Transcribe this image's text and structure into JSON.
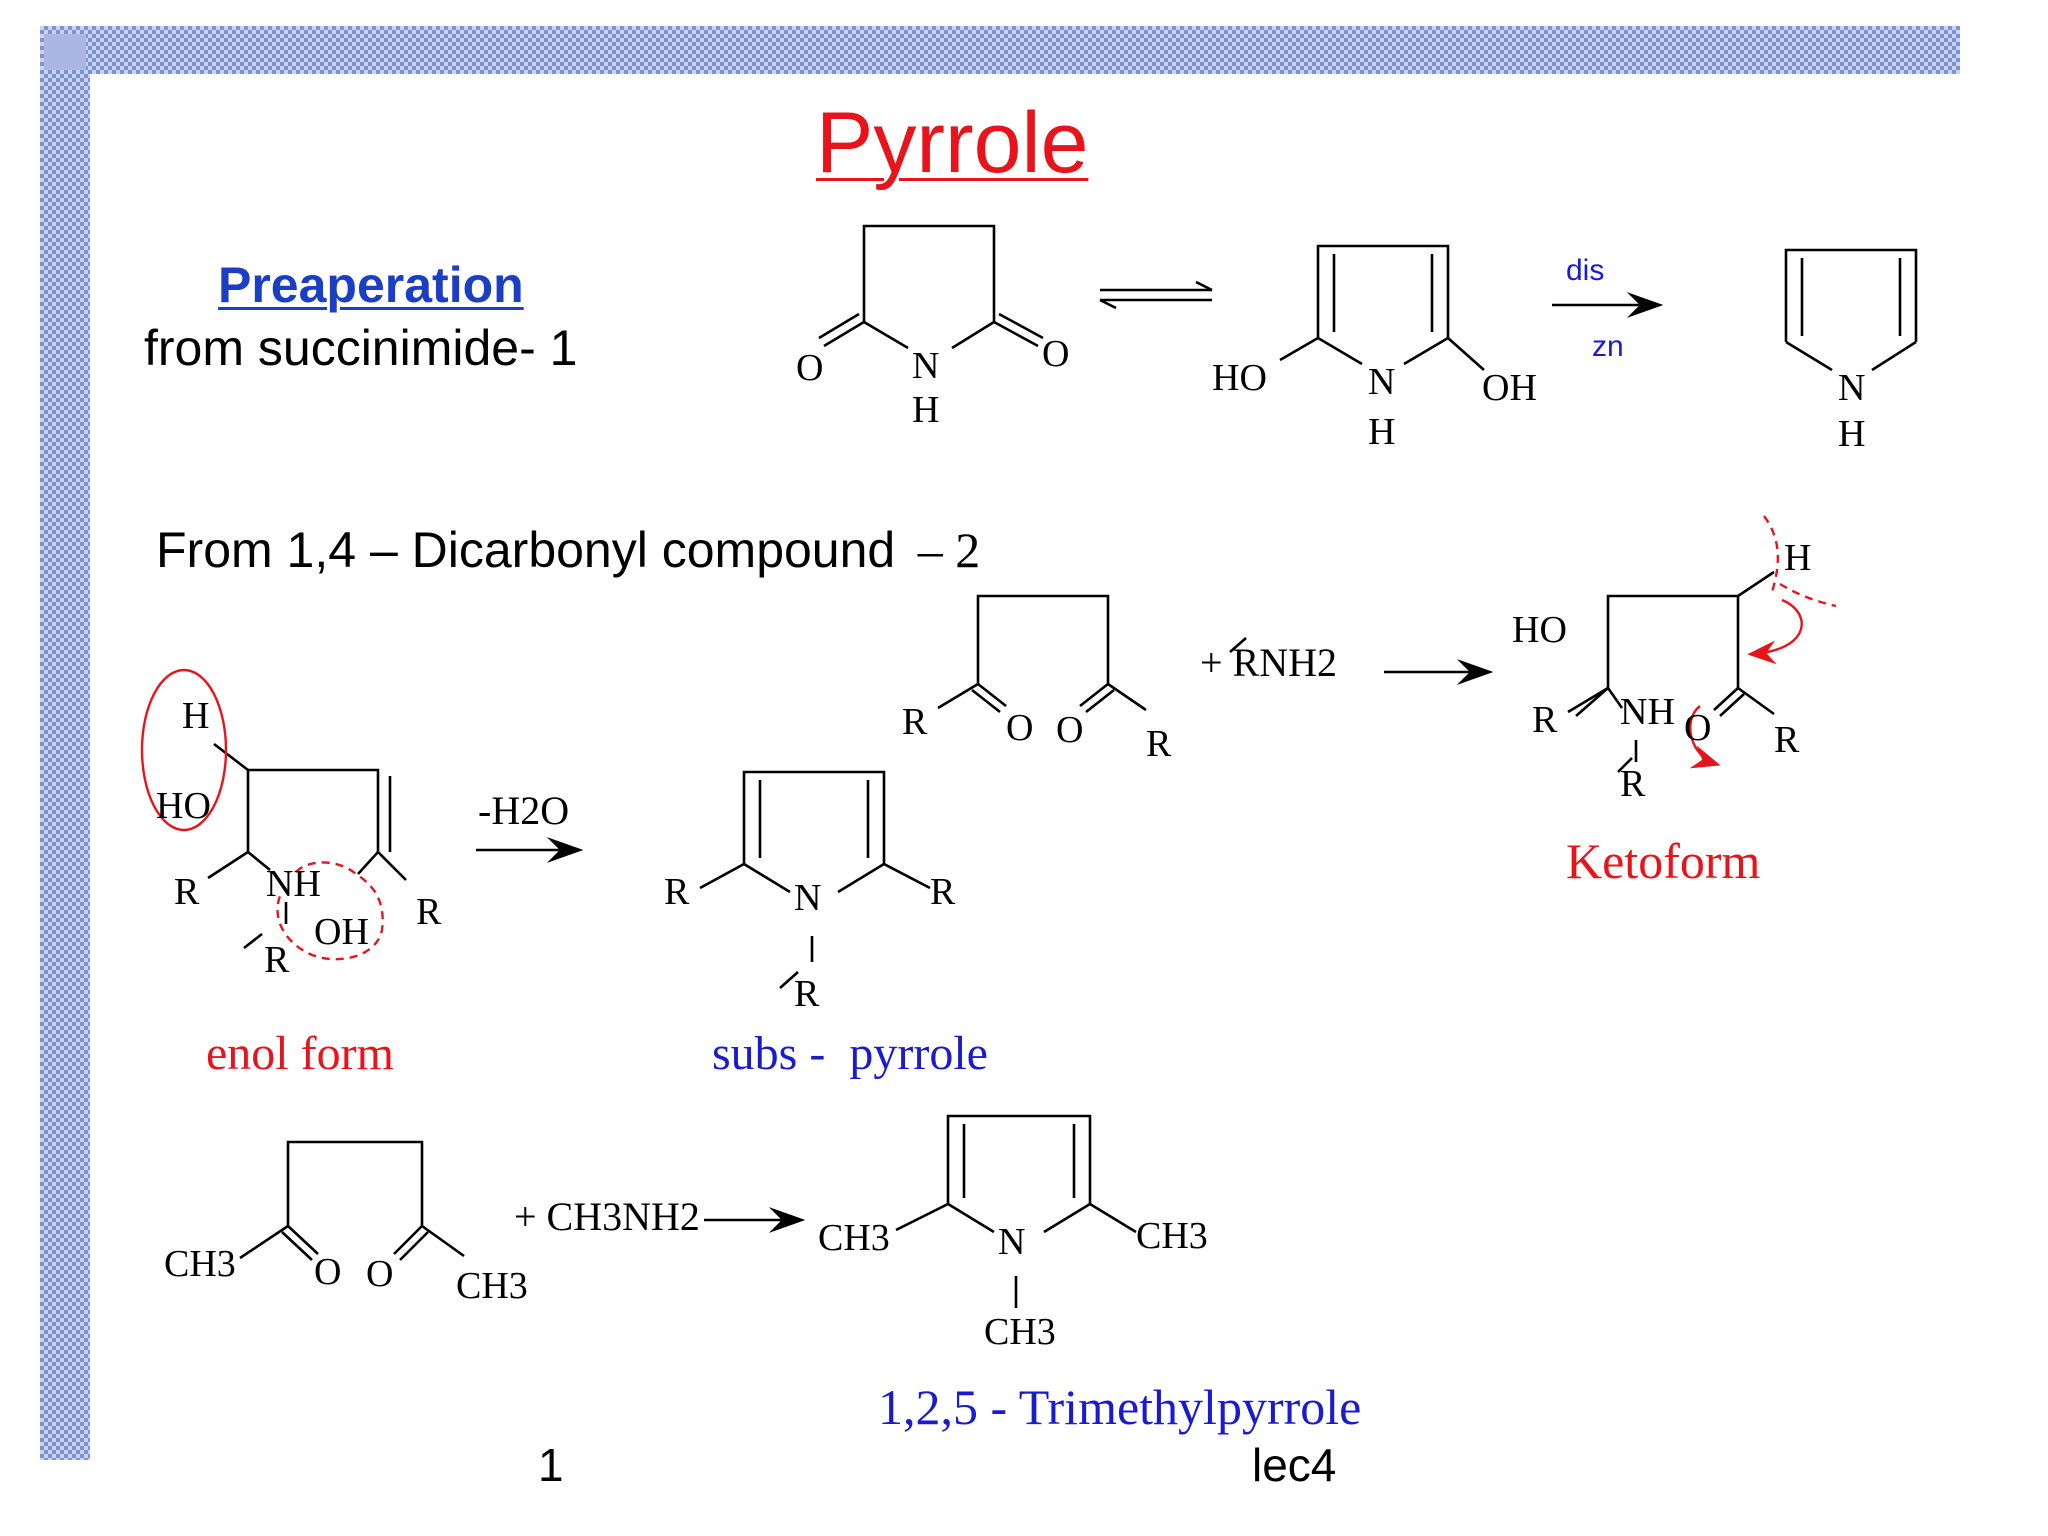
{
  "title": "Pyrrole",
  "heading": "Preaperation",
  "method1": "from succinimide- 1",
  "method2_main": "From 1,4 – Dicarbonyl compound",
  "method2_num": "– 2",
  "reagent_dis": "dis",
  "reagent_zn": "zn",
  "plus_rnh2": "+ RNH2",
  "minus_h2o": "-H2O",
  "plus_ch3nh2": "+ CH3NH2",
  "label_ketoform": "Ketoform",
  "label_enol": "enol form",
  "label_subs": "subs -  pyrrole",
  "label_trimethyl": "1,2,5 - Trimethylpyrrole",
  "footer_page": "1",
  "footer_lec": "lec4",
  "atoms": {
    "O": "O",
    "N": "N",
    "H": "H",
    "HO": "HO",
    "OH": "OH",
    "R": "R",
    "NH": "NH",
    "CH3": "CH3"
  },
  "colors": {
    "title": "#e8141c",
    "heading": "#1a3fc4",
    "red_label": "#e8141c",
    "blue_label": "#1a1ad0",
    "black": "#000000",
    "pattern": "#7f92d4"
  }
}
